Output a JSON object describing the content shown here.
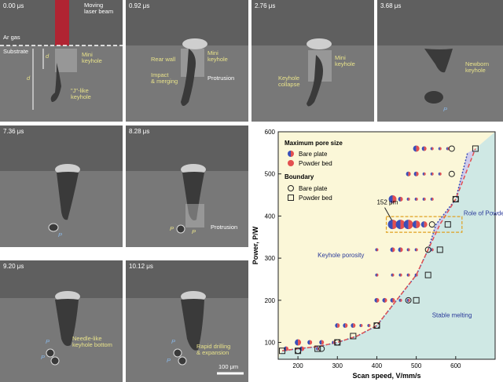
{
  "panels": [
    {
      "time": "0.00 μs",
      "labels": [
        "Moving\nlaser beam",
        "Ar gas",
        "Substrate",
        "d",
        "Mini\nkeyhole",
        "d",
        "\"J\"-like\nkeyhole"
      ]
    },
    {
      "time": "0.92 μs",
      "labels": [
        "Rear wall",
        "Mini\nkeyhole",
        "Impact\n& merging",
        "Protrusion"
      ]
    },
    {
      "time": "2.76 μs",
      "labels": [
        "Mini\nkeyhole",
        "Keyhole\ncollapse"
      ]
    },
    {
      "time": "3.68 μs",
      "labels": [
        "Newborn\nkeyhole",
        "P"
      ]
    },
    {
      "time": "7.36 μs",
      "labels": [
        "P"
      ]
    },
    {
      "time": "8.28 μs",
      "labels": [
        "P",
        "P",
        "Protrusion"
      ]
    },
    {
      "time": "9.20 μs",
      "labels": [
        "P",
        "P",
        "Needle-like\nkeyhole bottom"
      ]
    },
    {
      "time": "10.12 μs",
      "labels": [
        "P",
        "P",
        "Rapid drilling\n& expansion",
        "100 μm"
      ]
    }
  ],
  "chart_data": {
    "type": "scatter",
    "xlabel": "Scan speed, V/mm/s",
    "ylabel": "Power, P/W",
    "xlim": [
      150,
      700
    ],
    "ylim": [
      60,
      600
    ],
    "xticks": [
      200,
      300,
      400,
      500,
      600
    ],
    "yticks": [
      100,
      200,
      300,
      400,
      500,
      600
    ],
    "legend": {
      "pore_title": "Maximum pore size",
      "pore_items": [
        "Bare plate",
        "Powder bed"
      ],
      "boundary_title": "Boundary",
      "boundary_items": [
        "Bare plate",
        "Powder bed"
      ]
    },
    "annotations": {
      "size_label": "152 μm",
      "powder_role": "Role of Powder",
      "porosity": "Keyhole porosity",
      "stable": "Stable melting"
    },
    "colors": {
      "porosity_region": "#fbf7d8",
      "stable_region": "#cfe8e4",
      "transition_band": "#cbc6ee",
      "bare": "#3a4fb8",
      "powder": "#e35050"
    },
    "boundary_bare": [
      [
        160,
        80
      ],
      [
        200,
        85
      ],
      [
        250,
        90
      ],
      [
        300,
        100
      ],
      [
        350,
        115
      ],
      [
        400,
        140
      ],
      [
        450,
        200
      ],
      [
        500,
        260
      ],
      [
        530,
        320
      ],
      [
        550,
        380
      ],
      [
        600,
        440
      ],
      [
        630,
        550
      ]
    ],
    "boundary_powder": [
      [
        160,
        80
      ],
      [
        200,
        85
      ],
      [
        250,
        90
      ],
      [
        300,
        100
      ],
      [
        350,
        115
      ],
      [
        400,
        140
      ],
      [
        450,
        200
      ],
      [
        500,
        260
      ],
      [
        530,
        320
      ],
      [
        560,
        380
      ],
      [
        600,
        440
      ],
      [
        650,
        560
      ]
    ],
    "pore_points": [
      {
        "v": 500,
        "p": 560,
        "s": 4
      },
      {
        "v": 520,
        "p": 560,
        "s": 3
      },
      {
        "v": 540,
        "p": 560,
        "s": 2
      },
      {
        "v": 560,
        "p": 560,
        "s": 2
      },
      {
        "v": 580,
        "p": 560,
        "s": 2
      },
      {
        "v": 480,
        "p": 500,
        "s": 3
      },
      {
        "v": 500,
        "p": 500,
        "s": 3
      },
      {
        "v": 520,
        "p": 500,
        "s": 2
      },
      {
        "v": 540,
        "p": 500,
        "s": 2
      },
      {
        "v": 560,
        "p": 500,
        "s": 2
      },
      {
        "v": 440,
        "p": 440,
        "s": 5
      },
      {
        "v": 460,
        "p": 440,
        "s": 3
      },
      {
        "v": 480,
        "p": 440,
        "s": 2
      },
      {
        "v": 500,
        "p": 440,
        "s": 2
      },
      {
        "v": 520,
        "p": 440,
        "s": 2
      },
      {
        "v": 540,
        "p": 440,
        "s": 2
      },
      {
        "v": 440,
        "p": 380,
        "s": 6
      },
      {
        "v": 460,
        "p": 380,
        "s": 6
      },
      {
        "v": 480,
        "p": 380,
        "s": 6
      },
      {
        "v": 500,
        "p": 380,
        "s": 5
      },
      {
        "v": 520,
        "p": 380,
        "s": 4
      },
      {
        "v": 400,
        "p": 320,
        "s": 2
      },
      {
        "v": 440,
        "p": 320,
        "s": 3
      },
      {
        "v": 460,
        "p": 320,
        "s": 3
      },
      {
        "v": 480,
        "p": 320,
        "s": 2
      },
      {
        "v": 500,
        "p": 320,
        "s": 2
      },
      {
        "v": 540,
        "p": 320,
        "s": 2
      },
      {
        "v": 400,
        "p": 260,
        "s": 2
      },
      {
        "v": 440,
        "p": 260,
        "s": 2
      },
      {
        "v": 460,
        "p": 260,
        "s": 2
      },
      {
        "v": 480,
        "p": 260,
        "s": 2
      },
      {
        "v": 500,
        "p": 260,
        "s": 2
      },
      {
        "v": 400,
        "p": 200,
        "s": 3
      },
      {
        "v": 420,
        "p": 200,
        "s": 3
      },
      {
        "v": 440,
        "p": 200,
        "s": 3
      },
      {
        "v": 460,
        "p": 200,
        "s": 2
      },
      {
        "v": 480,
        "p": 200,
        "s": 2
      },
      {
        "v": 300,
        "p": 140,
        "s": 3
      },
      {
        "v": 320,
        "p": 140,
        "s": 3
      },
      {
        "v": 340,
        "p": 140,
        "s": 3
      },
      {
        "v": 360,
        "p": 140,
        "s": 2
      },
      {
        "v": 380,
        "p": 140,
        "s": 2
      },
      {
        "v": 200,
        "p": 100,
        "s": 4
      },
      {
        "v": 230,
        "p": 100,
        "s": 3
      },
      {
        "v": 260,
        "p": 100,
        "s": 3
      },
      {
        "v": 290,
        "p": 100,
        "s": 2
      },
      {
        "v": 170,
        "p": 85,
        "s": 3
      },
      {
        "v": 210,
        "p": 85,
        "s": 3
      },
      {
        "v": 250,
        "p": 85,
        "s": 2
      }
    ],
    "boundary_circles": [
      [
        590,
        560
      ],
      [
        590,
        500
      ],
      [
        600,
        440
      ],
      [
        540,
        380
      ],
      [
        530,
        320
      ],
      [
        480,
        200
      ],
      [
        400,
        140
      ],
      [
        300,
        100
      ],
      [
        260,
        85
      ],
      [
        200,
        80
      ]
    ],
    "boundary_squares": [
      [
        650,
        560
      ],
      [
        600,
        440
      ],
      [
        580,
        380
      ],
      [
        560,
        320
      ],
      [
        530,
        260
      ],
      [
        500,
        200
      ],
      [
        400,
        140
      ],
      [
        340,
        115
      ],
      [
        300,
        100
      ],
      [
        250,
        85
      ],
      [
        200,
        80
      ],
      [
        160,
        80
      ]
    ]
  }
}
